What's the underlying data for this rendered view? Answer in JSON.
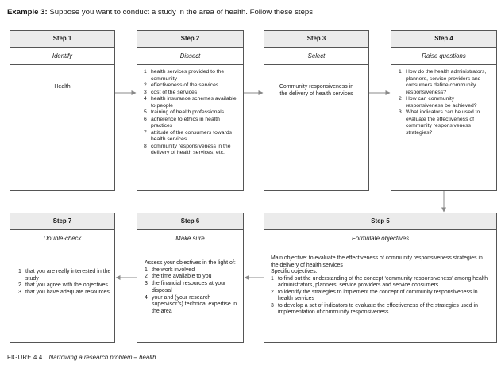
{
  "intro": {
    "label": "Example 3:",
    "text": "Suppose you want to conduct a study in the area of health. Follow these steps."
  },
  "steps": {
    "s1": {
      "title": "Step 1",
      "subtitle": "Identify",
      "text": "Health"
    },
    "s2": {
      "title": "Step 2",
      "subtitle": "Dissect",
      "items": [
        "health services provided to the community",
        "effectiveness of the services",
        "cost of the services",
        "health insurance schemes available to people",
        "training of health professionals",
        "adherence to ethics in health practices",
        "attitude of the consumers towards health services",
        "community responsiveness in the delivery of health services, etc."
      ]
    },
    "s3": {
      "title": "Step 3",
      "subtitle": "Select",
      "text": "Community responsiveness in the delivery of health services"
    },
    "s4": {
      "title": "Step 4",
      "subtitle": "Raise questions",
      "items": [
        "How do the health administrators, planners, service providers and consumers define community responsiveness?",
        "How can community responsiveness be achieved?",
        "What indicators can be used to evaluate the effectiveness of community responsiveness strategies?"
      ]
    },
    "s5": {
      "title": "Step 5",
      "subtitle": "Formulate objectives",
      "main": "Main objective: to evaluate the effectiveness of community responsiveness strategies in the delivery of health services",
      "specific_label": "Specific objectives:",
      "items": [
        "to find out the understanding of the concept ‘community responsiveness’ among health administrators, planners, service providers and service consumers",
        "to identify the strategies to implement the concept of community responsiveness in health services",
        "to develop a set of indicators to evaluate the effectiveness of the strategies used in implementation of community responsiveness"
      ]
    },
    "s6": {
      "title": "Step 6",
      "subtitle": "Make sure",
      "lead": "Assess your objectives in the light of:",
      "items": [
        "the work involved",
        "the time available to you",
        "the financial resources at your disposal",
        "your and (your research supervisor’s) technical expertise in the area"
      ]
    },
    "s7": {
      "title": "Step 7",
      "subtitle": "Double-check",
      "items": [
        "that you are really interested in the study",
        "that you agree with the objectives",
        "that you have adequate resources"
      ]
    }
  },
  "caption": {
    "label": "FIGURE 4.4",
    "text": "Narrowing a research problem – health"
  },
  "colors": {
    "border": "#555555",
    "header_fill": "#ebebeb",
    "arrow": "#888888"
  }
}
